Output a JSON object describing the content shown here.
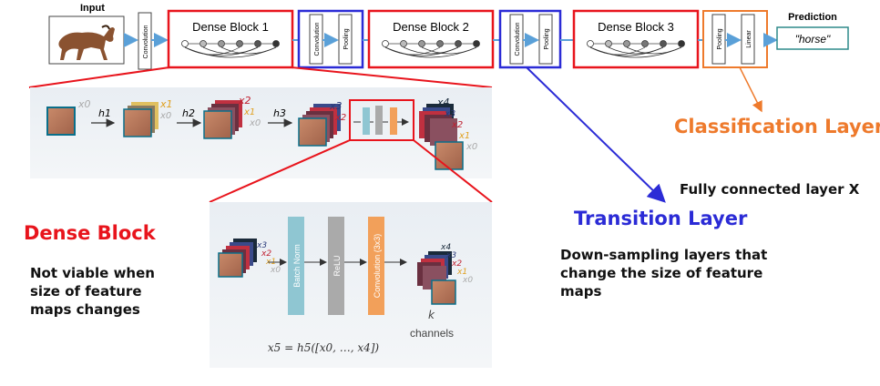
{
  "top": {
    "input_label": "Input",
    "prediction_label": "Prediction",
    "prediction_value": "\"horse\"",
    "conv_label": "Convolution",
    "pool_label": "Pooling",
    "linear_label": "Linear",
    "dense_blocks": [
      "Dense Block 1",
      "Dense Block 2",
      "Dense Block 3"
    ]
  },
  "zoom1": {
    "h_labels": [
      "h1",
      "h2",
      "h3"
    ],
    "x_labels": [
      "x0",
      "x1",
      "x2",
      "x3",
      "x4"
    ]
  },
  "zoom2": {
    "layers": [
      "Batch Norm",
      "ReLU",
      "Convolution (3x3)"
    ],
    "k_label": "k",
    "channels_label": "channels",
    "formula": "x5 = h5([x0, …, x4])"
  },
  "annotations": {
    "dense_block": {
      "title": "Dense Block",
      "desc_lines": [
        "Not viable when",
        "size of feature",
        "maps changes"
      ],
      "color": "#e8141c"
    },
    "transition_layer": {
      "title": "Transition Layer",
      "desc_lines": [
        "Down-sampling layers that",
        "change the size of feature",
        "maps"
      ],
      "color": "#2b2bd6"
    },
    "classification_layer": {
      "title": "Classification Layer",
      "desc": "Fully connected layer X",
      "color": "#ee7a2c"
    }
  },
  "colors": {
    "red": "#e8141c",
    "blue": "#2b2bd6",
    "orange": "#ee7a2c",
    "teal": "#2e8a8a",
    "arrow_blue": "#5aa0d8",
    "batchnorm": "#8fc6d2",
    "relu": "#aaaaaa",
    "conv": "#f2a05a"
  }
}
